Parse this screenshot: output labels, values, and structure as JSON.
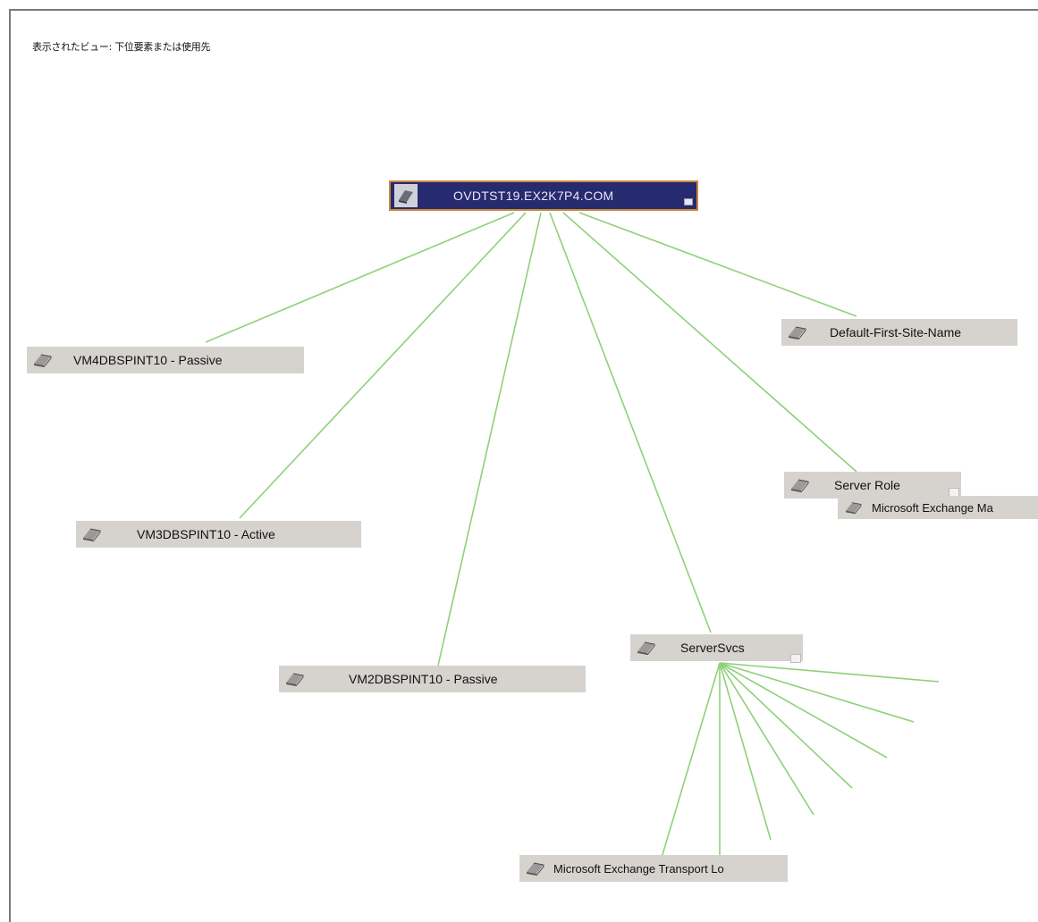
{
  "view": {
    "label": "表示されたビュー: 下位要素または使用先"
  },
  "colors": {
    "edge": "#8fd07a",
    "node_bg": "#d6d3cf",
    "root_bg": "#262a6e",
    "root_border": "#c9883a"
  },
  "nodes": {
    "root": {
      "label": "OVDTST19.EX2K7P4.COM",
      "icon": "server-icon"
    },
    "vm4": {
      "label": "VM4DBSPINT10 - Passive",
      "icon": "server-icon"
    },
    "vm3": {
      "label": "VM3DBSPINT10 - Active",
      "icon": "server-icon"
    },
    "vm2": {
      "label": "VM2DBSPINT10 - Passive",
      "icon": "server-icon"
    },
    "serversvcs": {
      "label": "ServerSvcs",
      "icon": "server-icon"
    },
    "server_role": {
      "label": "Server Role",
      "icon": "server-icon"
    },
    "ms_exchange_ma": {
      "label": "Microsoft Exchange Ma",
      "icon": "server-icon"
    },
    "default_site": {
      "label": "Default-First-Site-Name",
      "icon": "server-icon"
    },
    "ms_exchange_transport": {
      "label": "Microsoft Exchange Transport Lo",
      "icon": "server-icon"
    }
  }
}
